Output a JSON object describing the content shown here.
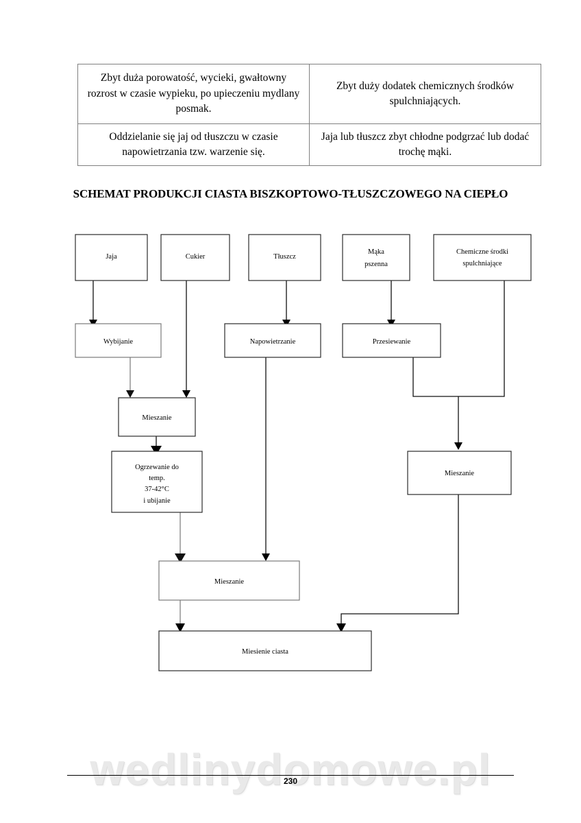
{
  "document": {
    "page_number": "230",
    "watermark": "wedlinydomowe.pl"
  },
  "fault_table": {
    "rows": [
      {
        "fault": "Zbyt duża porowatość, wycieki, gwałtowny rozrost w czasie wypieku, po upieczeniu mydlany posmak.",
        "cause": "Zbyt duży dodatek chemicznych środków spulchniających."
      },
      {
        "fault": "Oddzielanie się jaj od tłuszczu w czasie napowietrzania tzw. warzenie się.",
        "cause": "Jaja lub tłuszcz zbyt chłodne podgrzać lub dodać trochę mąki."
      }
    ]
  },
  "scheme": {
    "title": "SCHEMAT PRODUKCJI CIASTA BISZKOPTOWO-TŁUSZCZOWEGO NA CIEPŁO",
    "nodes": {
      "jaja": "Jaja",
      "cukier": "Cukier",
      "tluszcz": "Tłuszcz",
      "maka_line1": "Mąka",
      "maka_line2": "pszenna",
      "chemiczne_line1": "Chemiczne środki",
      "chemiczne_line2": "spulchniające",
      "wybijanie": "Wybijanie",
      "napowietrzanie": "Napowietrzanie",
      "przesiewanie": "Przesiewanie",
      "mieszanie_1": "Mieszanie",
      "ogrzewanie_line1": "Ogrzewanie do",
      "ogrzewanie_line2": "temp.",
      "ogrzewanie_line3": "37-42°C",
      "ogrzewanie_line4": "i ubijanie",
      "mieszanie_right": "Mieszanie",
      "mieszanie_2": "Mieszanie",
      "miesienie": "Miesienie ciasta"
    }
  }
}
